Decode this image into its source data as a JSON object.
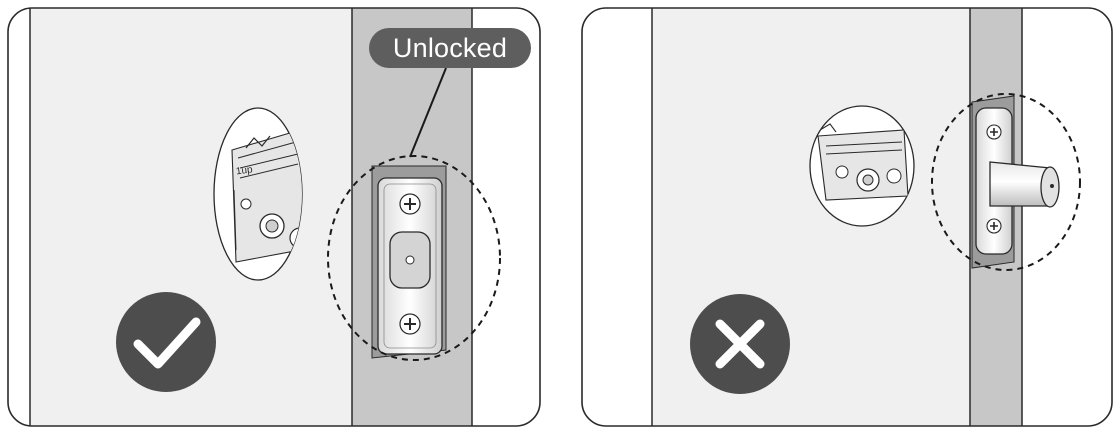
{
  "left_panel": {
    "status": "correct",
    "status_icon": "checkmark-icon",
    "callout_label": "Unlocked",
    "callout_color": "#5e5e5e",
    "inset_label": "1up"
  },
  "right_panel": {
    "status": "incorrect",
    "status_icon": "x-mark-icon"
  },
  "colors": {
    "door": "#f0f0f0",
    "jamb": "#c7c7c7",
    "outline": "#2a2a2a",
    "badge": "#4d4d4d"
  }
}
